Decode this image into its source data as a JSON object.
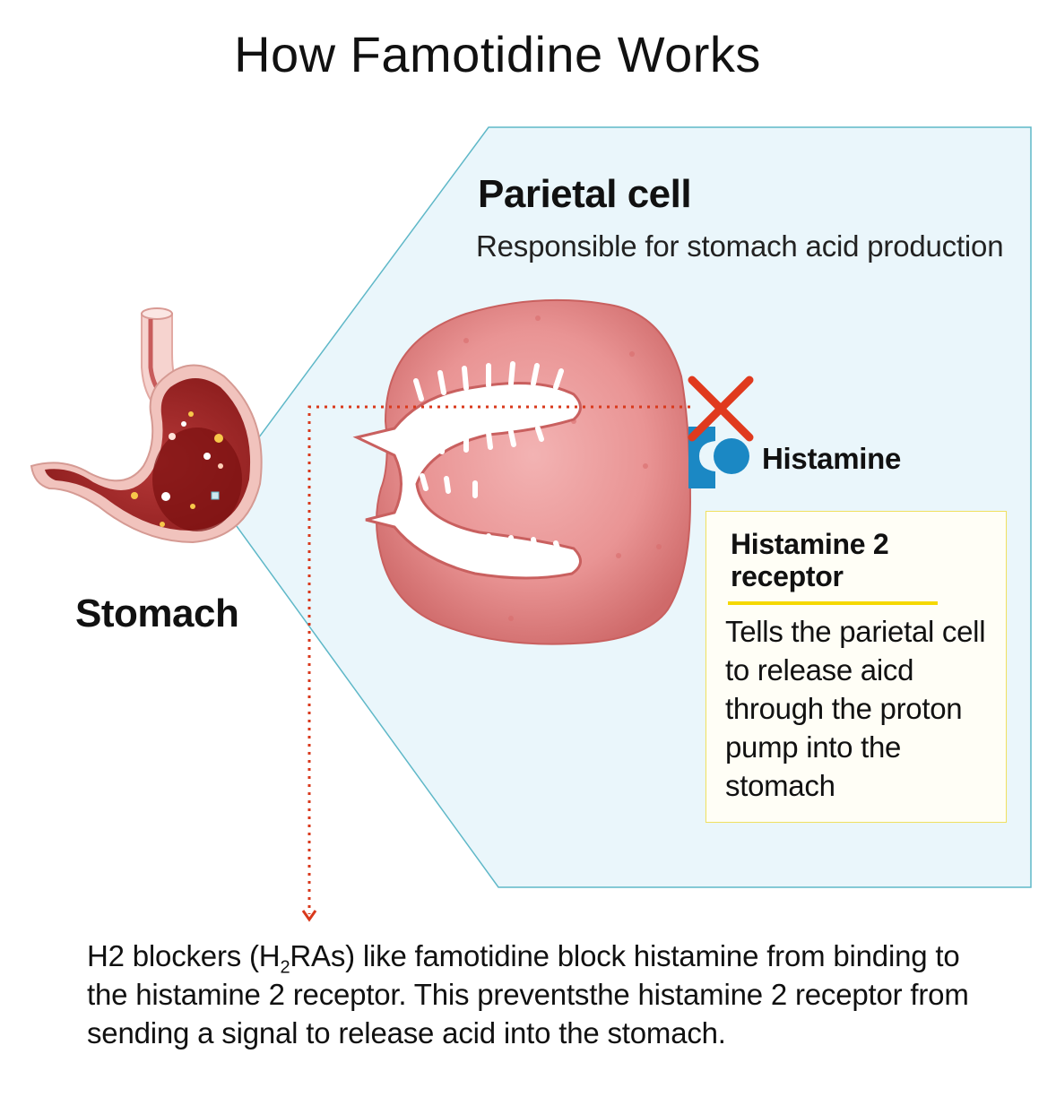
{
  "title": "How Famotidine Works",
  "parietal_cell": {
    "title": "Parietal cell",
    "description": "Responsible for stomach acid production"
  },
  "histamine_label": "Histamine",
  "stomach_label": "Stomach",
  "receptor": {
    "title": "Histamine 2 receptor",
    "description": "Tells the parietal cell to release aicd through the proton pump into the stomach"
  },
  "caption": {
    "part1": "H2 blockers (H",
    "subscript": "2",
    "part2": "RAs) like famotidine block histamine from binding to the histamine 2 receptor. This preventsthe histamine 2 receptor from sending a signal to release acid into the stomach."
  },
  "colors": {
    "zoom_panel_fill": "#eaf6fb",
    "zoom_panel_stroke": "#5fb8c8",
    "cell_fill": "#e58a8a",
    "cell_lumen": "#ffffff",
    "stomach_fill": "#a63232",
    "stomach_inner": "#7a0f0f",
    "histamine_blue": "#1b88c4",
    "block_red": "#e03a1e",
    "dotted_line": "#d9391c",
    "highlight_yellow": "#f5d800"
  },
  "icons": [
    "block-x-icon",
    "histamine-molecule-icon",
    "h2-receptor-icon",
    "arrow-down-icon"
  ]
}
